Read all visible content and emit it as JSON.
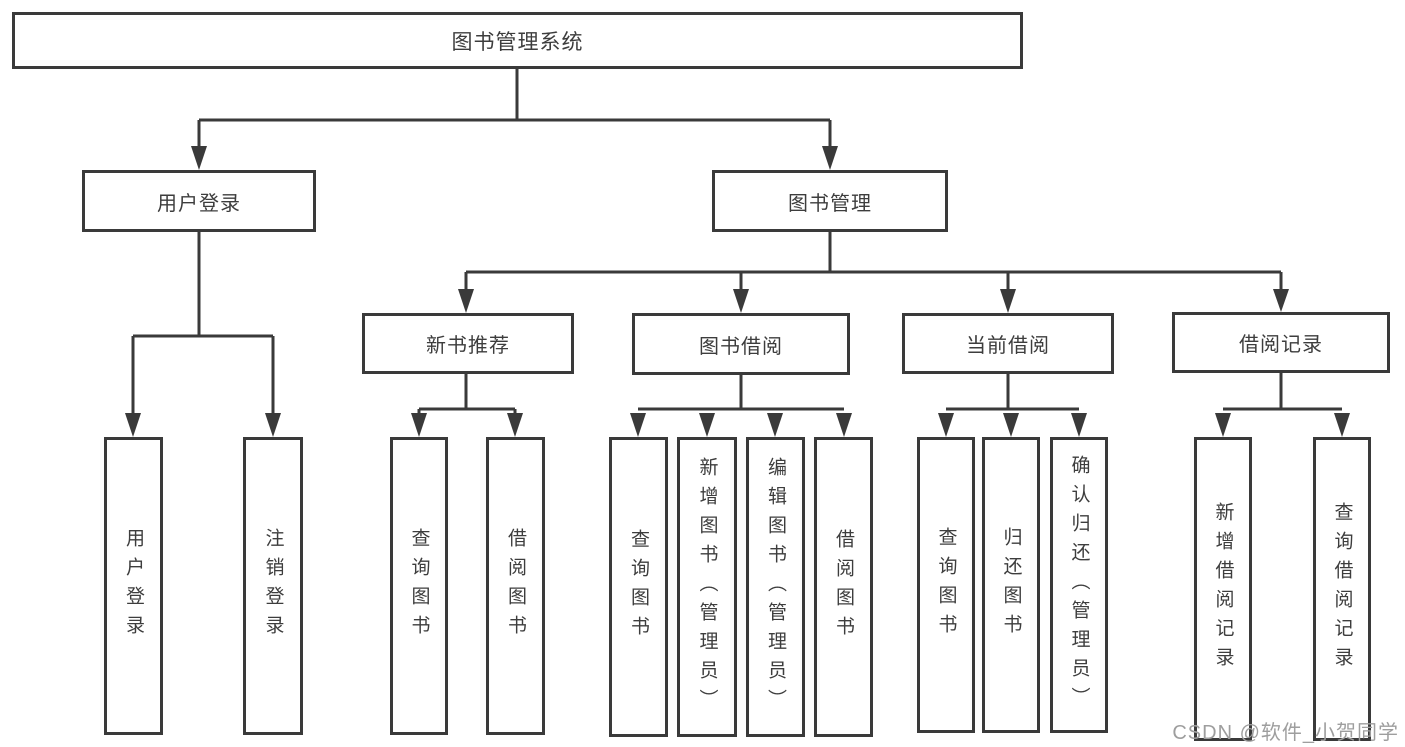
{
  "diagram": {
    "title": "图书管理系统",
    "colors": {
      "line": "#3a3a3a",
      "text": "#3d3d3d",
      "watermark": "#9e9e9e",
      "background": "#ffffff"
    },
    "nodes": {
      "root": {
        "label": "图书管理系统"
      },
      "user_login": {
        "label": "用户登录"
      },
      "book_mgmt": {
        "label": "图书管理"
      },
      "new_book": {
        "label": "新书推荐"
      },
      "book_borrow": {
        "label": "图书借阅"
      },
      "current_borrow": {
        "label": "当前借阅"
      },
      "borrow_records": {
        "label": "借阅记录"
      },
      "ul_user_login": {
        "label": "用户登录"
      },
      "ul_logout": {
        "label": "注销登录"
      },
      "nb_query_books": {
        "label": "查询图书"
      },
      "nb_borrow_books": {
        "label": "借阅图书"
      },
      "bb_query_books": {
        "label": "查询图书"
      },
      "bb_add_book_admin": {
        "label": "新增图书（管理员）"
      },
      "bb_edit_book_admin": {
        "label": "编辑图书（管理员）"
      },
      "bb_borrow_books": {
        "label": "借阅图书"
      },
      "cb_query_books": {
        "label": "查询图书"
      },
      "cb_return_books": {
        "label": "归还图书"
      },
      "cb_confirm_return_admin": {
        "label": "确认归还（管理员）"
      },
      "br_add_record": {
        "label": "新增借阅记录"
      },
      "br_query_record": {
        "label": "查询借阅记录"
      }
    },
    "watermark": "CSDN @软件_小贺同学"
  }
}
